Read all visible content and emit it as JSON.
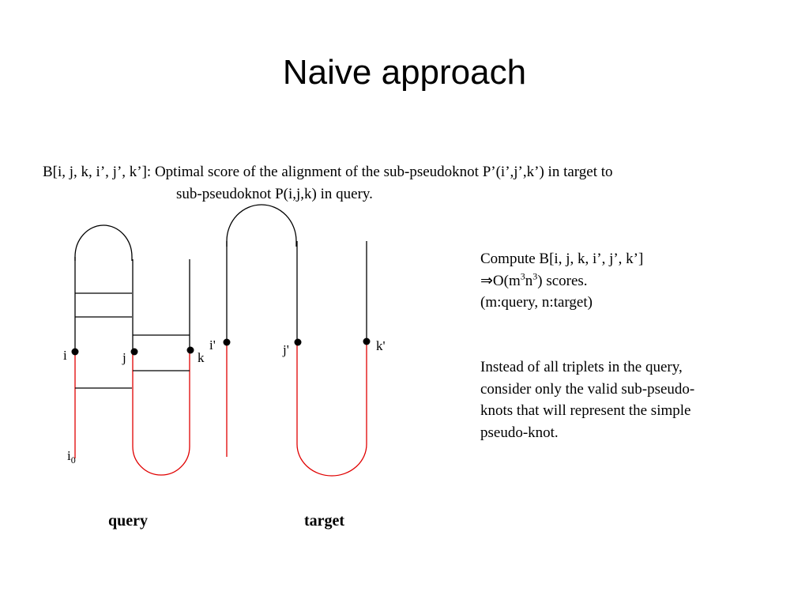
{
  "slide": {
    "title": "Naive approach",
    "definition_line1": "B[i, j, k, i’, j’, k’]: Optimal score of the alignment of the sub-pseudoknot P’(i’,j’,k’) in target to",
    "definition_line2": "sub-pseudoknot P(i,j,k) in query."
  },
  "notes": {
    "compute_line1": "Compute B[i, j, k, i’, j’, k’]",
    "compute_arrow": "⇒",
    "compute_o": "O(m",
    "compute_exp1": "3",
    "compute_n": "n",
    "compute_exp2": "3",
    "compute_tail": ") scores.",
    "compute_line3": "(m:query, n:target)",
    "instead_line1": "Instead of all triplets in the query,",
    "instead_line2": "consider only the valid sub-pseudo-",
    "instead_line3": "knots that will represent the simple",
    "instead_line4": "pseudo-knot."
  },
  "diagram": {
    "query_labels": {
      "i": "i",
      "j": "j",
      "k": "k",
      "i0_base": "i",
      "i0_sub": "0"
    },
    "target_labels": {
      "i_prime": "i'",
      "j_prime": "j'",
      "k_prime": "k'"
    },
    "captions": {
      "query": "query",
      "target": "target"
    },
    "colors": {
      "structure": "#000000",
      "aligned_region": "#e00000"
    }
  }
}
